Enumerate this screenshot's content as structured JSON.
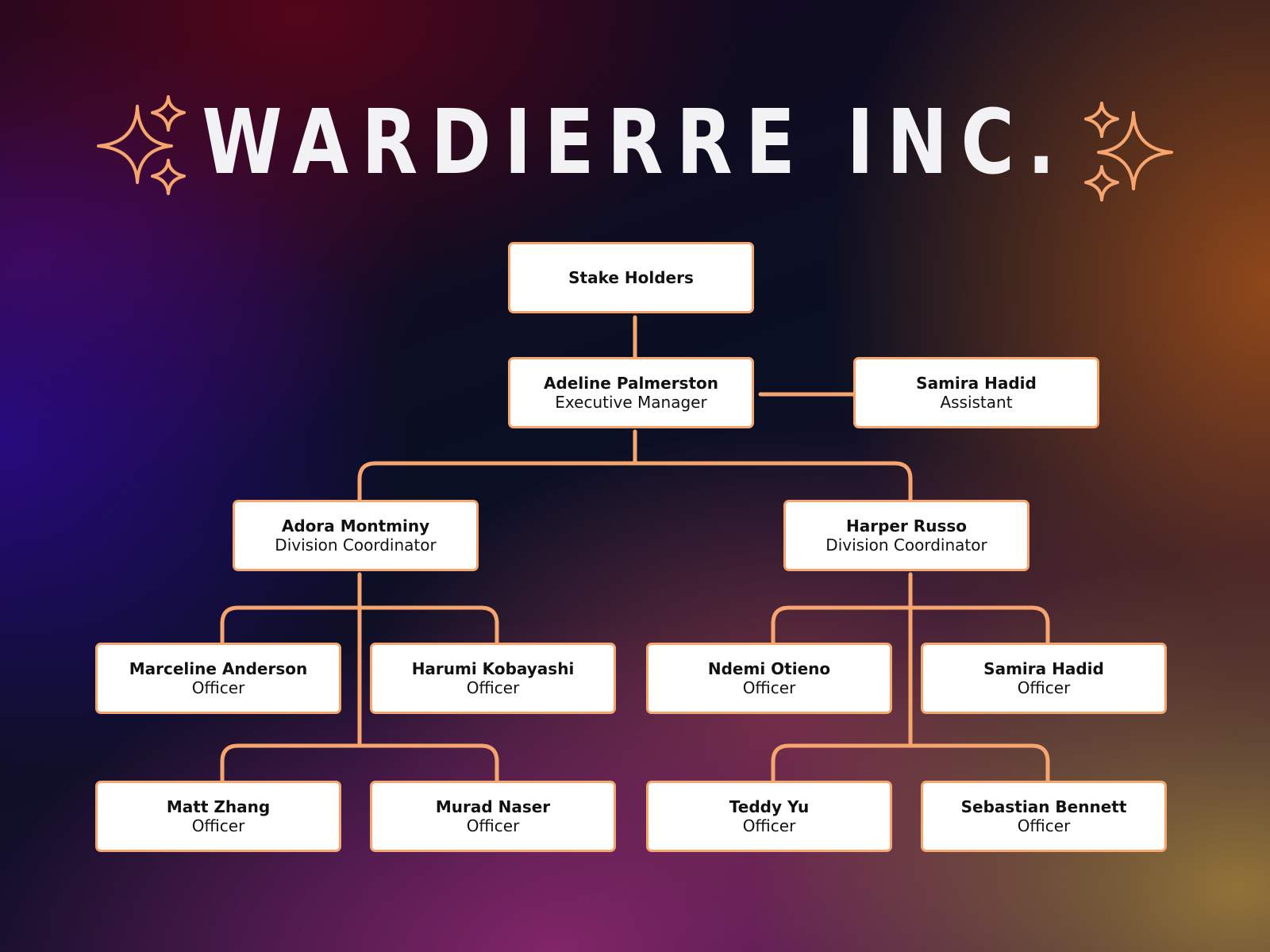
{
  "title": "WARDIERRE INC.",
  "colors": {
    "line": "#f6a56f",
    "box_fill": "#ffffff",
    "title": "#f2f2f4"
  },
  "icons": [
    "sparkle-cluster-icon"
  ],
  "root": {
    "name": "Stake Holders"
  },
  "manager": {
    "name": "Adeline Palmerston",
    "role": "Executive Manager"
  },
  "assistant": {
    "name": "Samira Hadid",
    "role": "Assistant"
  },
  "divisions": [
    {
      "name": "Adora Montminy",
      "role": "Division Coordinator",
      "officers": [
        {
          "name": "Marceline Anderson",
          "role": "Officer"
        },
        {
          "name": "Harumi Kobayashi",
          "role": "Officer"
        },
        {
          "name": "Matt Zhang",
          "role": "Officer"
        },
        {
          "name": "Murad Naser",
          "role": "Officer"
        }
      ]
    },
    {
      "name": "Harper Russo",
      "role": "Division Coordinator",
      "officers": [
        {
          "name": "Ndemi Otieno",
          "role": "Officer"
        },
        {
          "name": "Samira Hadid",
          "role": "Officer"
        },
        {
          "name": "Teddy Yu",
          "role": "Officer"
        },
        {
          "name": "Sebastian Bennett",
          "role": "Officer"
        }
      ]
    }
  ]
}
